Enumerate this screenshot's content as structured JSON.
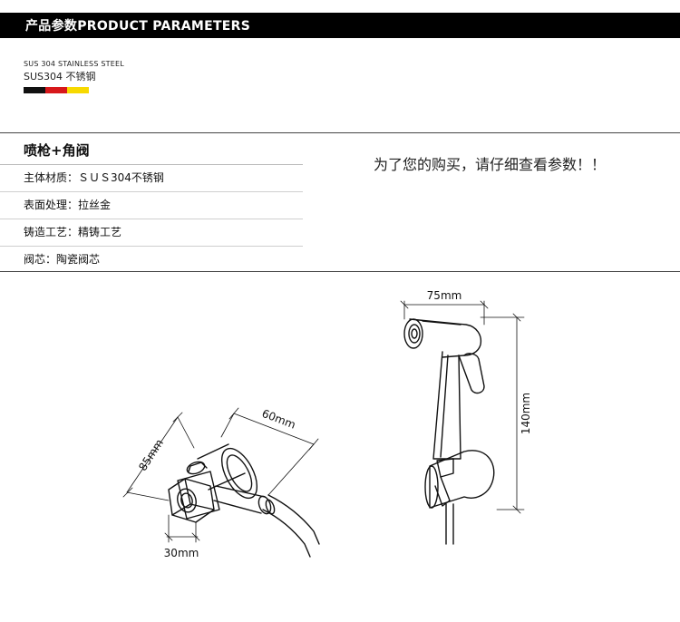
{
  "header": {
    "title": "产品参数PRODUCT PARAMETERS"
  },
  "material": {
    "english": "SUS 304 STAINLESS STEEL",
    "chinese": "SUS304 不锈钢",
    "flag_colors": [
      "#111111",
      "#d7181b",
      "#f7d900"
    ]
  },
  "specs": {
    "title": "喷枪+角阀",
    "rows": [
      {
        "text": "主体材质：ＳＵＳ304不锈钢"
      },
      {
        "text": "表面处理：拉丝金"
      },
      {
        "text": "铸造工艺：精铸工艺"
      },
      {
        "text": "阀芯：陶瓷阀芯"
      }
    ]
  },
  "notice": "为了您的购买，请仔细查看参数！！",
  "dimensions": {
    "valve_height": "85mm",
    "valve_depth": "60mm",
    "valve_width": "30mm",
    "sprayer_width": "75mm",
    "sprayer_height": "140mm"
  }
}
